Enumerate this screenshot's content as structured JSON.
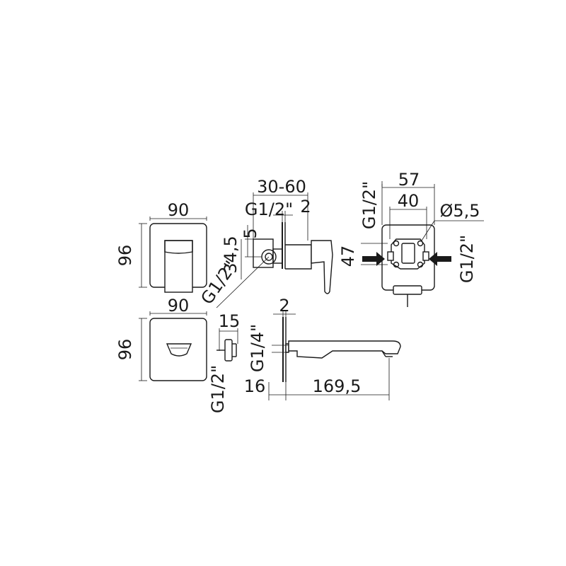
{
  "drawing": {
    "plate_top": {
      "width": "90",
      "height": "96"
    },
    "plate_bottom": {
      "width": "90",
      "height": "96"
    },
    "mixer_side": {
      "depth_range": "30-60",
      "inlet_thread": "G1/2\"",
      "plate_thickness": "2",
      "offset_small": "5",
      "offset_body": "34,5",
      "outlet_thread": "G1/2\""
    },
    "mixer_front": {
      "outer_width": "57",
      "inner_width": "40",
      "hole_diameter": "Ø5,5",
      "height": "47",
      "thread_left": "G1/2\"",
      "thread_right": "G1/2\""
    },
    "outlet_small": {
      "depth": "15",
      "thread": "G1/2\""
    },
    "spout": {
      "plate_thickness": "2",
      "thread": "G1/4\"",
      "offset": "16",
      "length": "169,5"
    }
  }
}
